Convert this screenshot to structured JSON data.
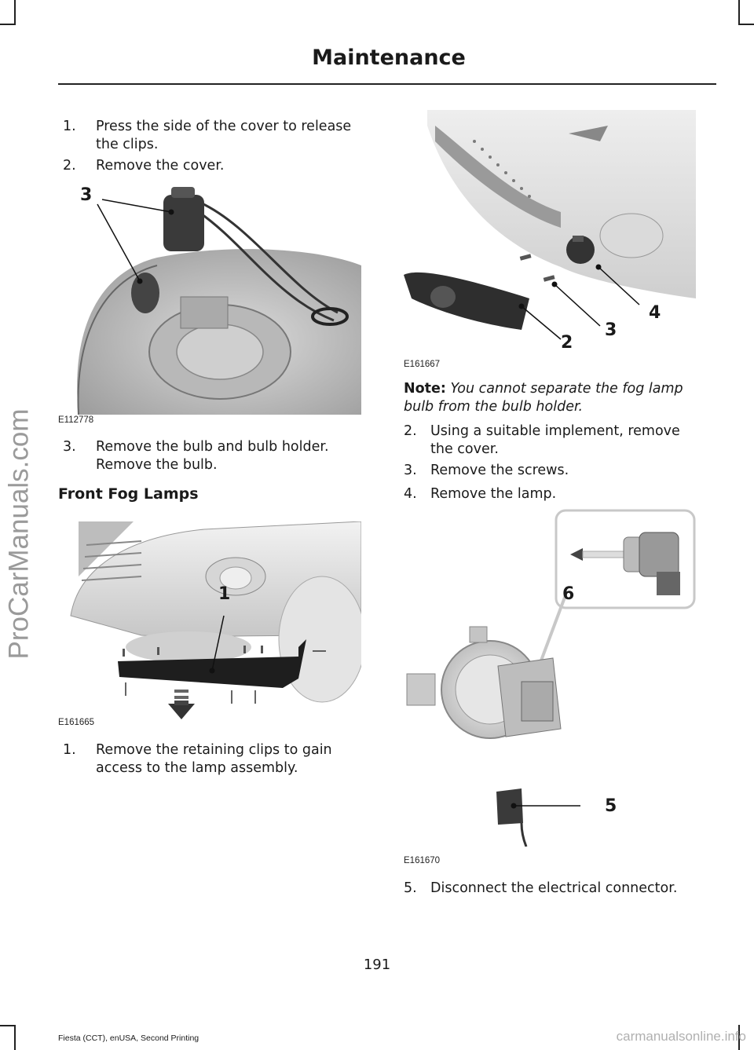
{
  "header": {
    "title": "Maintenance"
  },
  "watermark": {
    "side": "ProCarManuals.com",
    "bottom": "carmanualsonline.info"
  },
  "left_column": {
    "steps_a": [
      {
        "num": "1.",
        "text": "Press the side of the cover to release",
        "text2": "the clips."
      },
      {
        "num": "2.",
        "text": "Remove the cover."
      }
    ],
    "figure1": {
      "code": "E112778",
      "callouts": [
        "3"
      ]
    },
    "step3": {
      "num": "3.",
      "text": "Remove the bulb and bulb holder.",
      "text2": "Remove the bulb."
    },
    "section_title": "Front Fog Lamps",
    "figure2": {
      "code": "E161665",
      "callouts": [
        "1"
      ]
    },
    "step_b": {
      "num": "1.",
      "text": "Remove the retaining clips to gain",
      "text2": "access to the lamp assembly."
    }
  },
  "right_column": {
    "figure3": {
      "code": "E161667",
      "callouts": [
        "2",
        "3",
        "4"
      ]
    },
    "note": {
      "label": "Note:",
      "text": "You cannot separate the fog lamp bulb from the bulb holder."
    },
    "steps": [
      {
        "num": "2.",
        "text": "Using a suitable implement, remove",
        "text2": "the cover."
      },
      {
        "num": "3.",
        "text": "Remove the screws."
      },
      {
        "num": "4.",
        "text": "Remove the lamp."
      }
    ],
    "figure4": {
      "code": "E161670",
      "callouts": [
        "6",
        "5"
      ]
    },
    "step5": {
      "num": "5.",
      "text": "Disconnect the electrical connector."
    }
  },
  "footer": {
    "page_number": "191",
    "text": "Fiesta (CCT), enUSA, Second Printing"
  }
}
